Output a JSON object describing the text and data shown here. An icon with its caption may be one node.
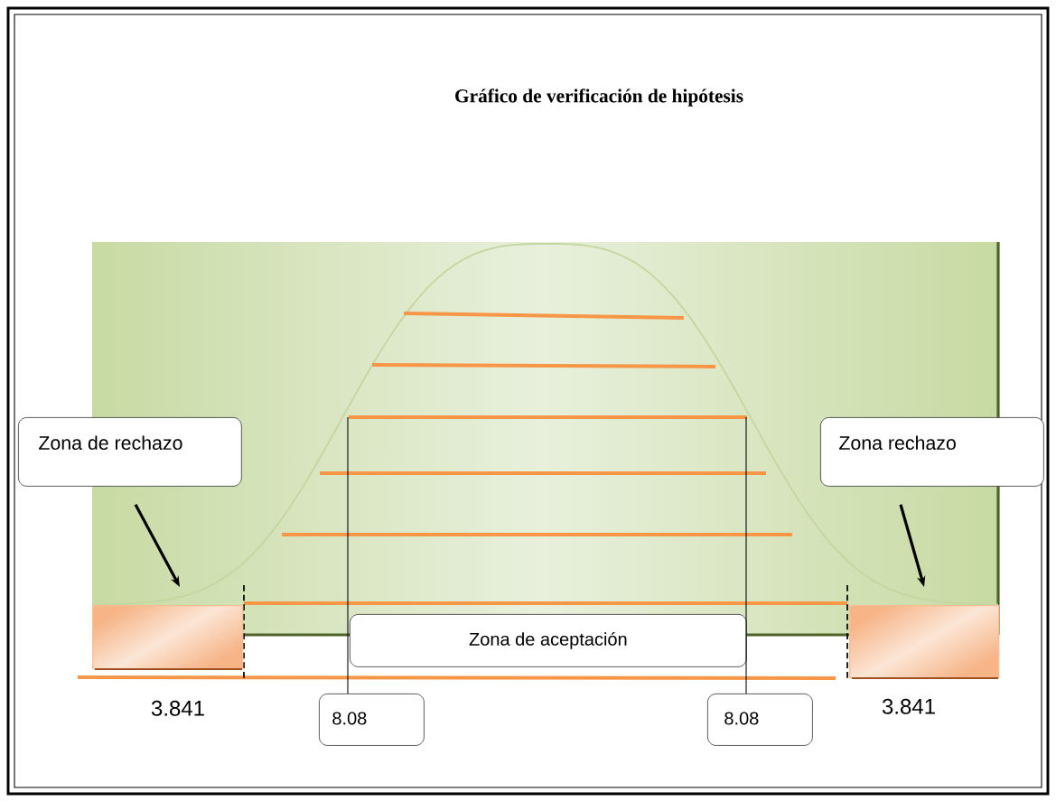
{
  "diagram": {
    "title": "Gráfico de verificación de hipótesis",
    "nodes": [
      {
        "text": [
          "Zona de rechazo"
        ]
      },
      {
        "text": [
          "Zona rechazo"
        ]
      },
      {
        "text": [],
        "shape": "box",
        "beside": [
          "3.841"
        ]
      },
      {
        "text": [],
        "shape": "box",
        "beside": [
          "3.841"
        ]
      },
      {
        "text": [
          "Zona de aceptación"
        ]
      },
      {
        "text": [
          "8.08"
        ]
      },
      {
        "text": [
          "8.08"
        ]
      }
    ],
    "edges": [
      {
        "from": 0,
        "to": 2,
        "arrow": "to",
        "style": "thick"
      },
      {
        "from": 1,
        "to": 3,
        "arrow": "to",
        "style": "thick"
      },
      {
        "from": 5,
        "to": null,
        "arrow": "none"
      },
      {
        "from": 6,
        "to": null,
        "arrow": "none"
      }
    ]
  }
}
